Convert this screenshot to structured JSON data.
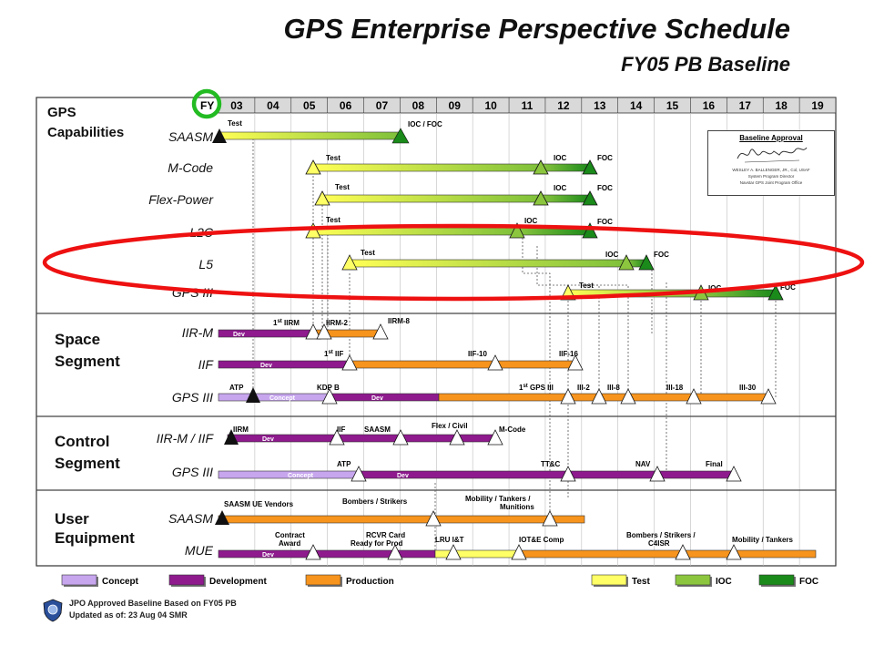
{
  "header": {
    "title": "GPS Enterprise Perspective Schedule",
    "subtitle": "FY05 PB Baseline"
  },
  "axis": {
    "fy_label": "FY",
    "years": [
      "03",
      "04",
      "05",
      "06",
      "07",
      "08",
      "09",
      "10",
      "11",
      "12",
      "13",
      "14",
      "15",
      "16",
      "17",
      "18",
      "19"
    ]
  },
  "colors": {
    "concept": "#c7a6ee",
    "development": "#8e1a8e",
    "production": "#f7941d",
    "test": "#ffff66",
    "ioc": "#8cc63f",
    "foc": "#1a8a1a",
    "highlight": "#ee1111"
  },
  "sections": [
    {
      "label": "GPS Capabilities"
    },
    {
      "label": "Space Segment"
    },
    {
      "label": "Control Segment"
    },
    {
      "label": "User Equipment"
    }
  ],
  "rows": {
    "cap_saasm": "SAASM",
    "cap_mcode": "M-Code",
    "cap_flex": "Flex-Power",
    "cap_l2c": "L2C",
    "cap_l5": "L5",
    "cap_gps3": "GPS III",
    "space_iirm": "IIR-M",
    "space_iif": "IIF",
    "space_gps3": "GPS III",
    "ctrl_iirm_iif": "IIR-M / IIF",
    "ctrl_gps3": "GPS III",
    "ue_saasm": "SAASM",
    "ue_mue": "MUE"
  },
  "labels": {
    "cap_saasm": [
      "Test",
      "IOC / FOC"
    ],
    "cap_mcode": [
      "Test",
      "IOC",
      "FOC"
    ],
    "cap_flex": [
      "Test",
      "IOC",
      "FOC"
    ],
    "cap_l2c": [
      "Test",
      "IOC",
      "FOC"
    ],
    "cap_l5": [
      "Test",
      "IOC",
      "FOC"
    ],
    "cap_gps3": [
      "Test",
      "IOC",
      "FOC"
    ],
    "space_iirm": [
      "1st IIRM",
      "IIRM-2",
      "IIRM-8",
      "Dev"
    ],
    "space_iif": [
      "1st IIF",
      "IIF-10",
      "IIF-16",
      "Dev"
    ],
    "space_gps3": [
      "ATP",
      "Concept",
      "KDP B",
      "Dev",
      "1st GPS III",
      "III-2",
      "III-8",
      "III-18",
      "III-30"
    ],
    "ctrl_iirm_iif": [
      "IIRM",
      "Dev",
      "IIF",
      "SAASM",
      "Flex / Civil",
      "M-Code"
    ],
    "ctrl_gps3": [
      "Concept",
      "ATP",
      "Dev",
      "TT&C",
      "NAV",
      "Final"
    ],
    "ue_saasm": [
      "SAASM UE Vendors",
      "Bombers / Strikers",
      "Mobility / Tankers /",
      "Munitions"
    ],
    "ue_mue": [
      "Dev",
      "Contract",
      "Award",
      "RCVR Card",
      "Ready for Prod",
      "LRU I&T",
      "IOT&E Comp",
      "Bombers / Strikers /",
      "C4ISR",
      "Mobility / Tankers"
    ]
  },
  "baseline_approval": {
    "title": "Baseline Approval",
    "signer_lines": [
      "WESLEY A. BALLENGER, JR., Col, USAF",
      "System Program Director",
      "Navstar GPS Joint Program Office"
    ]
  },
  "legend": [
    {
      "label": "Concept",
      "color": "#c7a6ee"
    },
    {
      "label": "Development",
      "color": "#8e1a8e"
    },
    {
      "label": "Production",
      "color": "#f7941d"
    },
    {
      "label": "Test",
      "color": "#ffff66"
    },
    {
      "label": "IOC",
      "color": "#8cc63f"
    },
    {
      "label": "FOC",
      "color": "#1a8a1a"
    }
  ],
  "footer": {
    "line1": "JPO Approved Baseline Based on FY05 PB",
    "line2": "Updated as of:  23 Aug 04  SMR"
  }
}
